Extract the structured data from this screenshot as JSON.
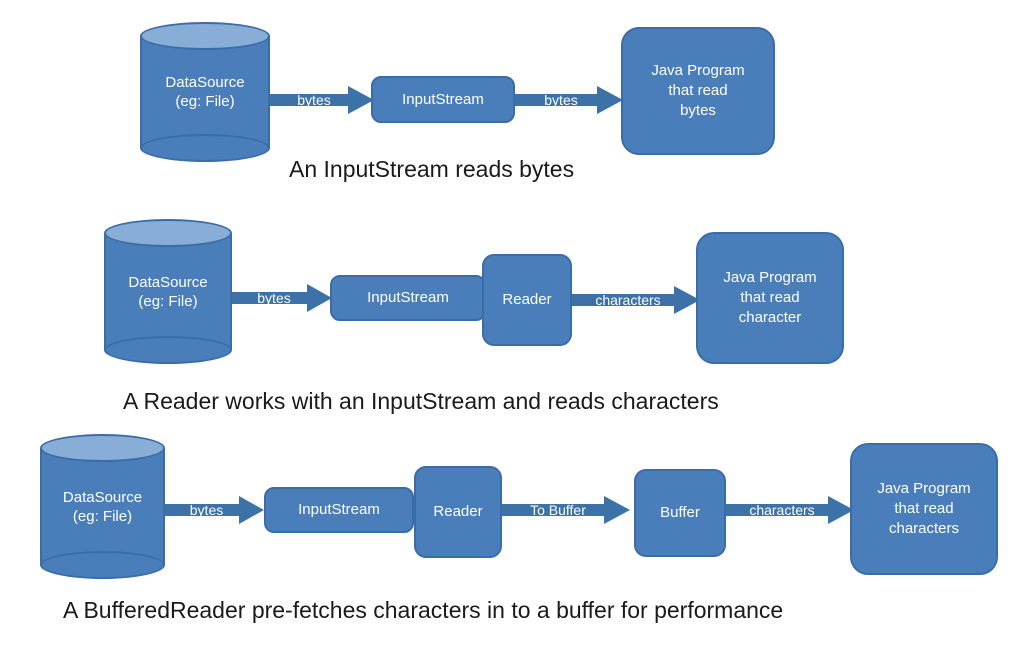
{
  "diagram": {
    "title": "Java I/O Streams and Readers",
    "colors": {
      "box_fill": "#4a7ebb",
      "box_border": "#3a6ca8",
      "cylinder_top_fill": "#88aed8",
      "arrow_fill": "#3c72a8",
      "label_text": "#ffffff",
      "caption_text": "#1a1a1a",
      "background": "#ffffff"
    },
    "rows": [
      {
        "id": "row-inputstream",
        "caption": "An InputStream reads bytes",
        "nodes": [
          {
            "name": "datasource",
            "shape": "cylinder",
            "lines": [
              "DataSource",
              "(eg: File)"
            ]
          },
          {
            "name": "inputstream",
            "shape": "rounded-box",
            "lines": [
              "InputStream"
            ]
          },
          {
            "name": "java-program",
            "shape": "rounded-box",
            "lines": [
              "Java Program",
              "that read",
              "bytes"
            ]
          }
        ],
        "arrows": [
          {
            "name": "arrow-bytes-1",
            "label": "bytes"
          },
          {
            "name": "arrow-bytes-2",
            "label": "bytes"
          }
        ]
      },
      {
        "id": "row-reader",
        "caption": "A Reader works with an InputStream and reads characters",
        "nodes": [
          {
            "name": "datasource",
            "shape": "cylinder",
            "lines": [
              "DataSource",
              "(eg: File)"
            ]
          },
          {
            "name": "inputstream",
            "shape": "rounded-box",
            "lines": [
              "InputStream"
            ]
          },
          {
            "name": "reader",
            "shape": "rounded-box",
            "lines": [
              "Reader"
            ]
          },
          {
            "name": "java-program",
            "shape": "rounded-box",
            "lines": [
              "Java Program",
              "that read",
              "character"
            ]
          }
        ],
        "arrows": [
          {
            "name": "arrow-bytes-1",
            "label": "bytes"
          },
          {
            "name": "arrow-characters-1",
            "label": "characters"
          }
        ]
      },
      {
        "id": "row-bufferedreader",
        "caption": "A BufferedReader pre-fetches characters in to a buffer for performance",
        "nodes": [
          {
            "name": "datasource",
            "shape": "cylinder",
            "lines": [
              "DataSource",
              "(eg: File)"
            ]
          },
          {
            "name": "inputstream",
            "shape": "rounded-box",
            "lines": [
              "InputStream"
            ]
          },
          {
            "name": "reader",
            "shape": "rounded-box",
            "lines": [
              "Reader"
            ]
          },
          {
            "name": "buffer",
            "shape": "rounded-box",
            "lines": [
              "Buffer"
            ]
          },
          {
            "name": "java-program",
            "shape": "rounded-box",
            "lines": [
              "Java Program",
              "that read",
              "characters"
            ]
          }
        ],
        "arrows": [
          {
            "name": "arrow-bytes-1",
            "label": "bytes"
          },
          {
            "name": "arrow-to-buffer",
            "label": "To Buffer"
          },
          {
            "name": "arrow-characters-1",
            "label": "characters"
          }
        ]
      }
    ]
  },
  "r1": {
    "ds_l1": "DataSource",
    "ds_l2": "(eg: File)",
    "arrow1": "bytes",
    "inputstream": "InputStream",
    "arrow2": "bytes",
    "jp_l1": "Java Program",
    "jp_l2": "that read",
    "jp_l3": "bytes",
    "caption": "An InputStream reads bytes"
  },
  "r2": {
    "ds_l1": "DataSource",
    "ds_l2": "(eg: File)",
    "arrow1": "bytes",
    "inputstream": "InputStream",
    "reader": "Reader",
    "arrow2": "characters",
    "jp_l1": "Java Program",
    "jp_l2": "that read",
    "jp_l3": "character",
    "caption": "A Reader works with an InputStream and reads characters"
  },
  "r3": {
    "ds_l1": "DataSource",
    "ds_l2": "(eg: File)",
    "arrow1": "bytes",
    "inputstream": "InputStream",
    "reader": "Reader",
    "arrow2": "To Buffer",
    "buffer": "Buffer",
    "arrow3": "characters",
    "jp_l1": "Java Program",
    "jp_l2": "that read",
    "jp_l3": "characters",
    "caption": "A BufferedReader pre-fetches characters in to a buffer for performance"
  }
}
